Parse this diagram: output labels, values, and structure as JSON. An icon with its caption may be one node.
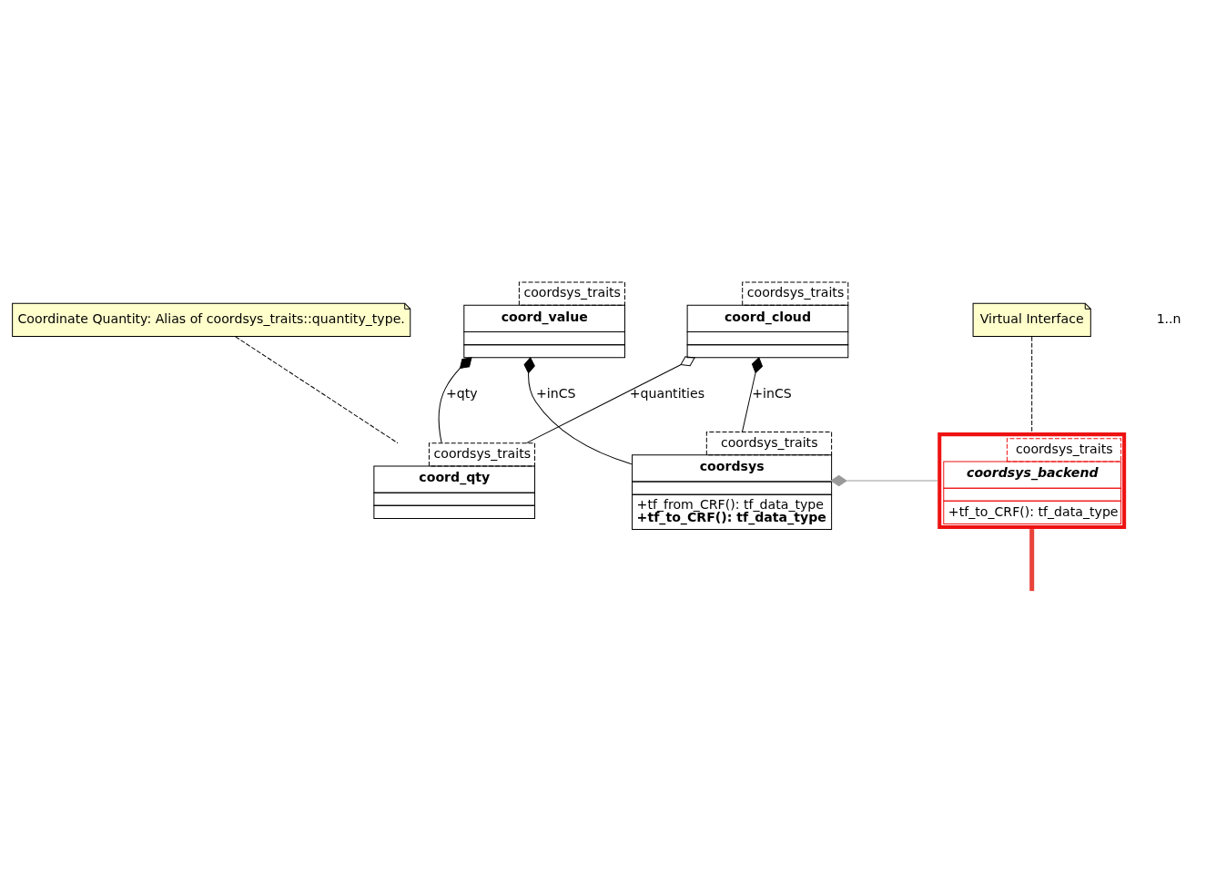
{
  "diagram": {
    "nodes": [
      {
        "text": [
          "coordsys_traits",
          "coord_value"
        ]
      },
      {
        "text": [
          "Coordinate Quantity: Alias of coordsys_traits::quantity_type."
        ]
      },
      {
        "text": [
          "coordsys_traits",
          "coord_qty"
        ]
      },
      {
        "text": [
          "coordsys_traits",
          "coord_cloud"
        ]
      },
      {
        "text": [
          "Virtual Interface"
        ]
      },
      {
        "text": [
          "coordsys_traits",
          "coordsys",
          "+tf_from_CRF(): tf_data_type",
          "+tf_to_CRF(): tf_data_type"
        ]
      },
      {
        "text": [
          "coordsys_traits",
          "coordsys_backend",
          "+tf_to_CRF(): tf_data_type"
        ]
      }
    ],
    "edges": [
      {
        "from": 0,
        "to": 5,
        "arrow": "other",
        "label": "+inCS"
      },
      {
        "from": 0,
        "to": 2,
        "arrow": "other",
        "label": "+qty"
      },
      {
        "from": 3,
        "to": 5,
        "arrow": "other",
        "label": "+inCS"
      },
      {
        "from": 3,
        "to": 2,
        "arrow": "other",
        "label": "+quantities"
      },
      {
        "from": 1,
        "to": 2,
        "arrow": "none",
        "style": "dashed"
      },
      {
        "from": 4,
        "to": 6,
        "arrow": "none",
        "style": "dashed"
      },
      {
        "from": 5,
        "to": 6,
        "arrow": "other",
        "color": "#999999"
      },
      {
        "from": 6,
        "to": null,
        "arrow": "none",
        "style": "thick",
        "color": "#e8433a"
      }
    ],
    "labels": [
      "1..n"
    ]
  }
}
